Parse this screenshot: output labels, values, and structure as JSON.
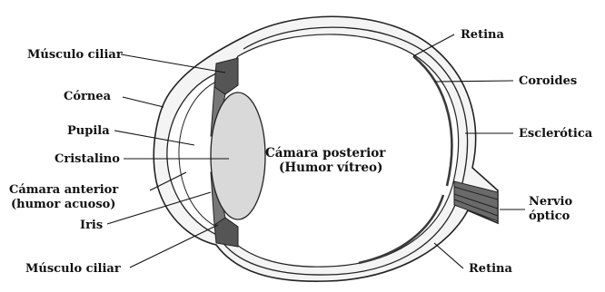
{
  "diagram": {
    "labels": {
      "musculo_ciliar_top": "Músculo ciliar",
      "cornea": "Córnea",
      "pupila": "Pupila",
      "cristalino": "Cristalino",
      "camara_anterior_line1": "Cámara anterior",
      "camara_anterior_line2": "(humor acuoso)",
      "iris": "Iris",
      "musculo_ciliar_bottom": "Músculo ciliar",
      "camara_posterior_line1": "Cámara posterior",
      "camara_posterior_line2": "(Humor vítreo)",
      "retina_top": "Retina",
      "coroides": "Coroides",
      "esclerotica": "Esclerótica",
      "nervio_line1": "Nervio",
      "nervio_line2": "óptico",
      "retina_bottom": "Retina"
    },
    "colors": {
      "ink": "#111111",
      "lens_fill": "#d9d9d9",
      "sclera_fill": "#f4f4f4",
      "tissue_dark": "#555555"
    }
  }
}
